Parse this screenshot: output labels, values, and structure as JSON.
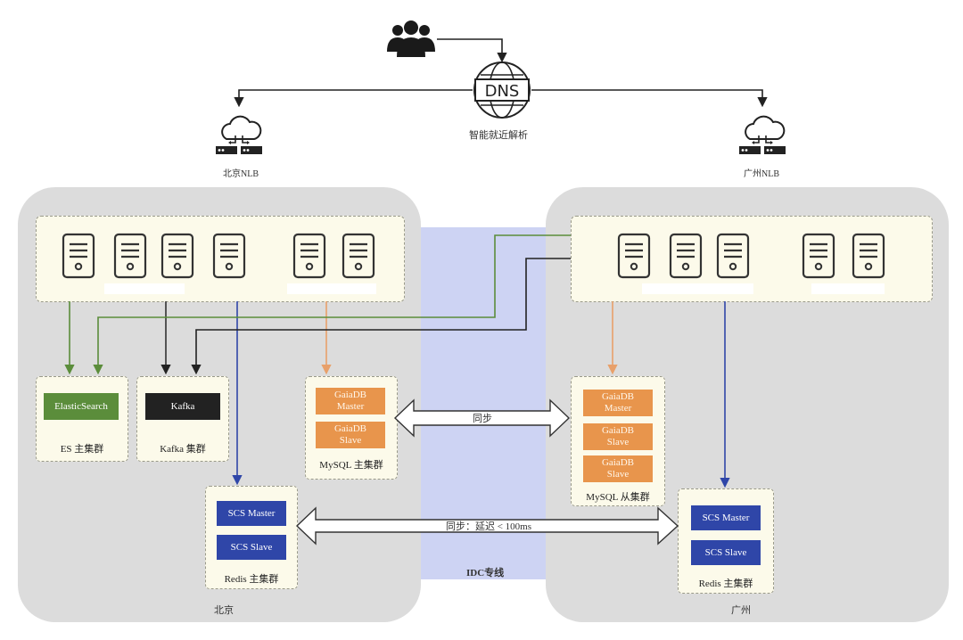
{
  "dns": {
    "icon_text": "DNS",
    "caption": "智能就近解析"
  },
  "nlb": {
    "beijing": "北京NLB",
    "guangzhou": "广州NLB"
  },
  "regions": {
    "beijing": "北京",
    "guangzhou": "广州",
    "idc": "IDC专线"
  },
  "beijing": {
    "es": {
      "node": "ElasticSearch",
      "label": "ES 主集群"
    },
    "kafka": {
      "node": "Kafka",
      "label": "Kafka 集群"
    },
    "mysql": {
      "master": [
        "GaiaDB",
        "Master"
      ],
      "slave": [
        "GaiaDB",
        "Slave"
      ],
      "label": "MySQL 主集群"
    },
    "redis": {
      "master": "SCS Master",
      "slave": "SCS Slave",
      "label": "Redis 主集群"
    }
  },
  "guangzhou": {
    "mysql": {
      "master": [
        "GaiaDB",
        "Master"
      ],
      "slave1": [
        "GaiaDB",
        "Slave"
      ],
      "slave2": [
        "GaiaDB",
        "Slave"
      ],
      "label": "MySQL 从集群"
    },
    "redis": {
      "master": "SCS Master",
      "slave": "SCS Slave",
      "label": "Redis 主集群"
    }
  },
  "sync": {
    "mysql": "同步",
    "redis": "同步：延迟 < 100ms"
  },
  "colors": {
    "es_green": "#5b8d3b",
    "kafka_black": "#222222",
    "gaia_orange": "#e8954c",
    "scs_blue": "#2f46a8"
  }
}
